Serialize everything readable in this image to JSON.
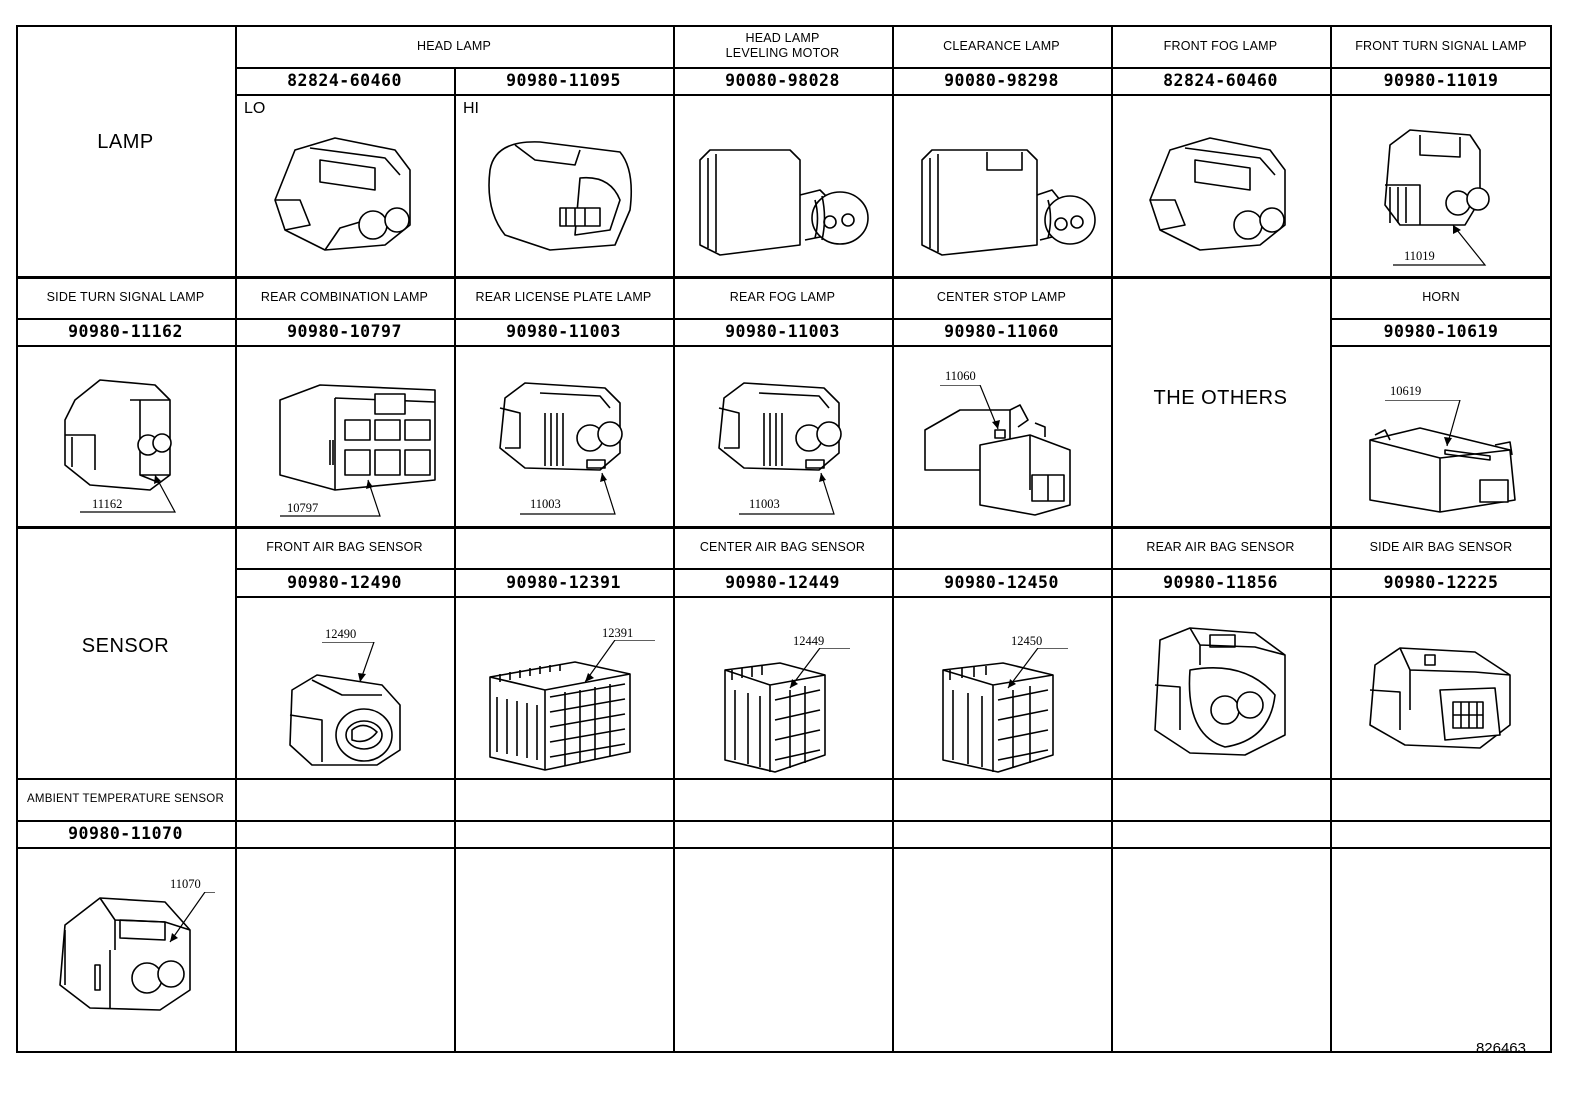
{
  "sections": {
    "lamp": "LAMP",
    "sensor": "SENSOR",
    "others": "THE OTHERS"
  },
  "lamp_row": [
    {
      "label": "HEAD LAMP",
      "parts": [
        "82824-60460",
        "90980-11095"
      ],
      "subs": [
        "LO",
        "HI"
      ]
    },
    {
      "label": "HEAD LAMP\nLEVELING MOTOR",
      "part": "90080-98028"
    },
    {
      "label": "CLEARANCE LAMP",
      "part": "90080-98298"
    },
    {
      "label": "FRONT FOG LAMP",
      "part": "82824-60460"
    },
    {
      "label": "FRONT TURN SIGNAL LAMP",
      "part": "90980-11019",
      "callout": "11019"
    }
  ],
  "lamp_row2": [
    {
      "label": "SIDE TURN SIGNAL LAMP",
      "part": "90980-11162",
      "callout": "11162"
    },
    {
      "label": "REAR COMBINATION LAMP",
      "part": "90980-10797",
      "callout": "10797"
    },
    {
      "label": "REAR LICENSE PLATE LAMP",
      "part": "90980-11003",
      "callout": "11003"
    },
    {
      "label": "REAR FOG LAMP",
      "part": "90980-11003",
      "callout": "11003"
    },
    {
      "label": "CENTER STOP LAMP",
      "part": "90980-11060",
      "callout": "11060"
    },
    {
      "label": "HORN",
      "part": "90980-10619",
      "callout": "10619"
    }
  ],
  "sensor_row": [
    {
      "label": "FRONT AIR BAG SENSOR",
      "part": "90980-12490",
      "callout": "12490"
    },
    {
      "label": "CENTER AIR BAG SENSOR",
      "parts": [
        "90980-12391",
        "90980-12449",
        "90980-12450"
      ],
      "callouts": [
        "12391",
        "12449",
        "12450"
      ]
    },
    {
      "label": "REAR AIR BAG SENSOR",
      "part": "90980-11856"
    },
    {
      "label": "SIDE AIR BAG SENSOR",
      "part": "90980-12225"
    }
  ],
  "sensor_row2": [
    {
      "label": "AMBIENT TEMPERATURE SENSOR",
      "part": "90980-11070",
      "callout": "11070"
    }
  ],
  "footer": {
    "ref": "826463"
  }
}
